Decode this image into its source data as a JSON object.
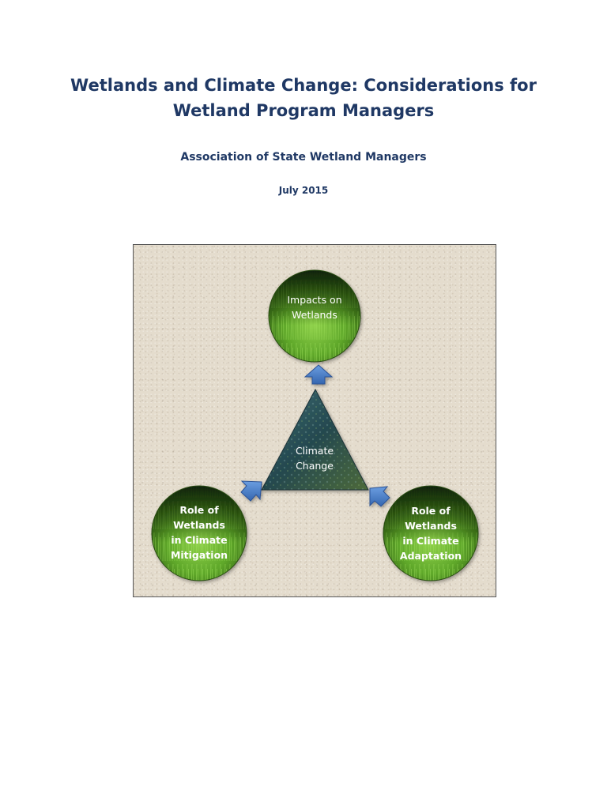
{
  "document": {
    "title_line1": "Wetlands and Climate Change:  Considerations for",
    "title_line2": "Wetland Program Managers",
    "author": "Association of State Wetland Managers",
    "date": "July 2015"
  },
  "diagram": {
    "top_node": {
      "lines": [
        "Impacts on",
        "Wetlands"
      ]
    },
    "center_node": {
      "lines": [
        "Climate",
        "Change"
      ]
    },
    "left_node": {
      "lines": [
        "Role of",
        "Wetlands",
        "in Climate",
        "Mitigation"
      ]
    },
    "right_node": {
      "lines": [
        "Role of",
        "Wetlands",
        "in Climate",
        "Adaptation"
      ]
    },
    "colors": {
      "background": "#e4dccd",
      "circle_green": "#5fa82a",
      "circle_dark": "#1e3d0a",
      "arrow_blue": "#4a7ec7",
      "triangle_teal": "#2b5560",
      "title_navy": "#1f3864"
    }
  }
}
